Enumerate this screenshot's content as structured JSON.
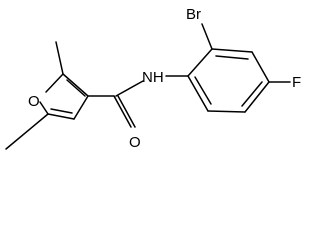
{
  "molecule": {
    "atoms": {
      "oxygen_ring": "O",
      "oxygen_carbonyl": "O",
      "amide_nitrogen": "NH",
      "bromine": "Br",
      "fluorine": "F"
    }
  },
  "colors": {
    "bond": "#000000",
    "label": "#000000",
    "background": "#ffffff"
  }
}
